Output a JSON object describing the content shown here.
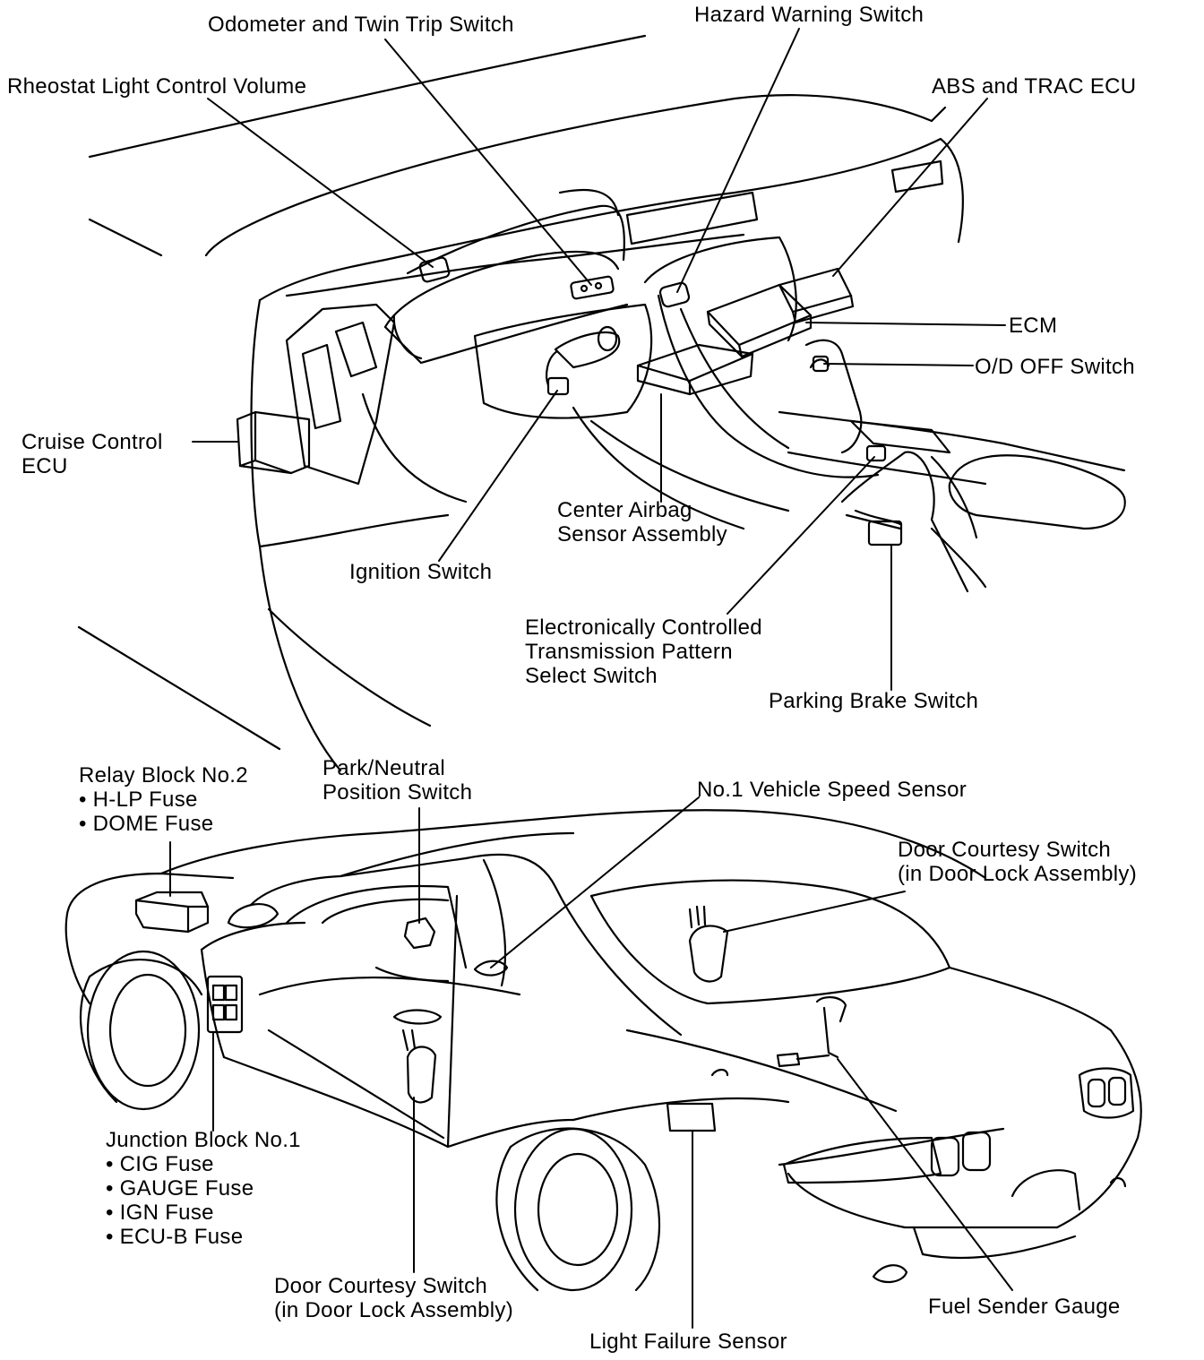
{
  "labels": {
    "odometer": "Odometer and Twin Trip Switch",
    "hazard": "Hazard Warning Switch",
    "rheostat": "Rheostat Light Control Volume",
    "abs_trac": "ABS and TRAC ECU",
    "ecm": "ECM",
    "od_off": "O/D OFF Switch",
    "cruise": [
      "Cruise Control",
      "ECU"
    ],
    "airbag": [
      "Center Airbag",
      "Sensor Assembly"
    ],
    "ignition": "Ignition Switch",
    "ect_pattern": [
      "Electronically Controlled",
      "Transmission Pattern",
      "Select Switch"
    ],
    "parking_brake": "Parking Brake Switch",
    "relay_block": [
      "Relay Block No.2",
      "• H-LP Fuse",
      "• DOME Fuse"
    ],
    "park_neutral": [
      "Park/Neutral",
      "Position Switch"
    ],
    "speed_sensor": "No.1 Vehicle Speed Sensor",
    "door_courtesy_right": [
      "Door Courtesy Switch",
      "(in Door Lock Assembly)"
    ],
    "junction_block": [
      "Junction Block No.1",
      "• CIG Fuse",
      "• GAUGE Fuse",
      "• IGN Fuse",
      "• ECU-B Fuse"
    ],
    "door_courtesy_left": [
      "Door Courtesy Switch",
      "(in Door Lock Assembly)"
    ],
    "fuel_sender": "Fuel Sender Gauge",
    "light_failure": "Light Failure Sensor"
  },
  "colors": {
    "ink": "#000000",
    "paper": "#ffffff"
  }
}
